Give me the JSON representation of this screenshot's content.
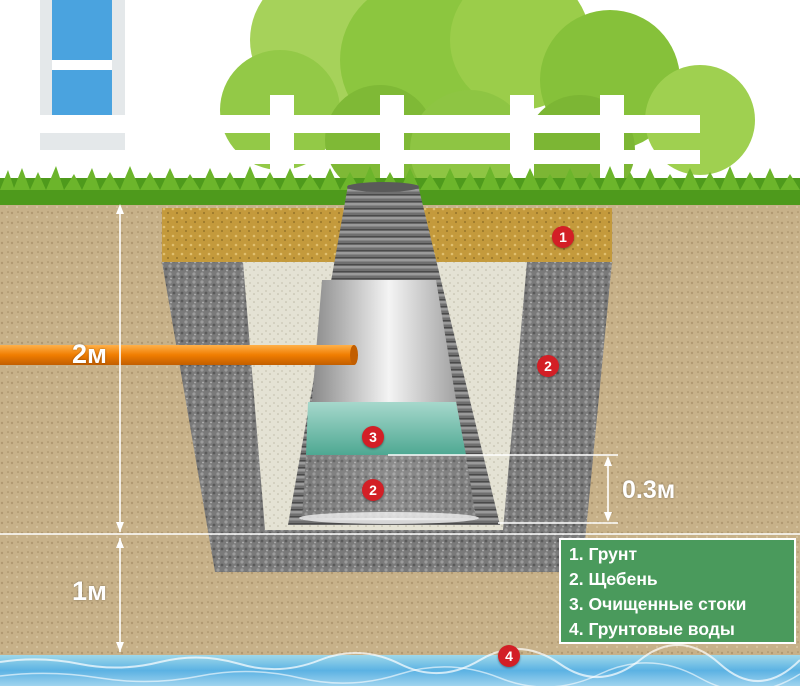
{
  "depth_label_top": "2м",
  "depth_label_bottom": "1м",
  "gravel_layer_label": "0.3м",
  "markers": {
    "soil": "1",
    "gravel_outer": "2",
    "treated_effluent": "3",
    "gravel_inner": "2",
    "groundwater": "4"
  },
  "legend": {
    "items": [
      "1. Грунт",
      "2. Щебень",
      "3. Очищенные стоки",
      "4. Грунтовые воды"
    ]
  },
  "colors": {
    "sky": "#ffffff",
    "foliage": "#8cc63f",
    "grass": "#4e9a1c",
    "ground": "#c9b48c",
    "topsoil": "#c49a3c",
    "gravel": "#7a7a7a",
    "sand_fill": "#e4e2d4",
    "pipe": "#f07d00",
    "well_wall": "#6d6d6d",
    "water": "#5fb7a6",
    "groundwater": "#7fc7f0",
    "marker": "#d31f26",
    "legend_bg": "#4a9a5c",
    "label_text": "#ffffff"
  }
}
